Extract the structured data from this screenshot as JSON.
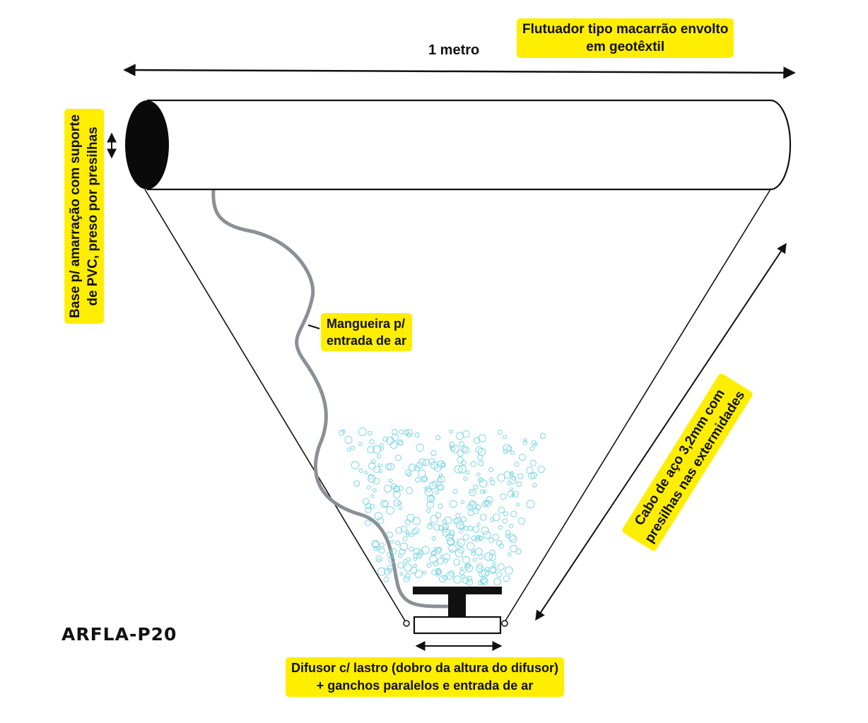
{
  "colors": {
    "highlight": "#ffee00",
    "line": "#111111",
    "hose": "#8a9096",
    "bubbles": "#7fd6e6"
  },
  "labels": {
    "width": "1 metro",
    "float": [
      "Flutuador tipo macarrão envolto",
      "em geotêxtil"
    ],
    "base": [
      "Base p/ amarração com suporte",
      "de PVC, preso por presilhas"
    ],
    "hose": [
      "Mangueira p/",
      "entrada de ar"
    ],
    "cable": [
      "Cabo de aço 3,2mm com",
      "presilhas nas extermidades"
    ],
    "diffuser": [
      "Difusor c/ lastro (dobro da altura do difusor)",
      "+ ganchos paralelos e entrada de ar"
    ],
    "model": "ARFLA-P20"
  }
}
